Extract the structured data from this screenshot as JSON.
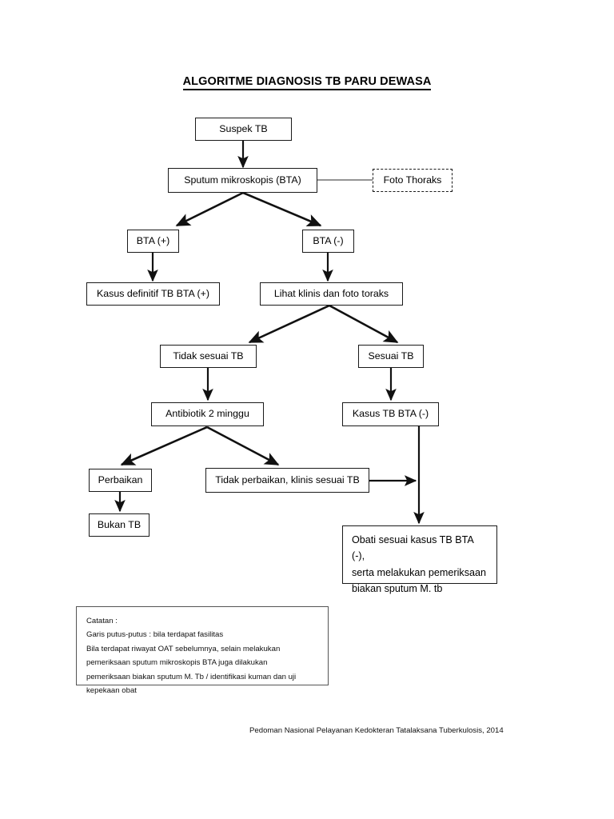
{
  "document": {
    "title": "ALGORITME DIAGNOSIS TB PARU DEWASA",
    "footer": "Pedoman Nasional Pelayanan Kedokteran Tatalaksana Tuberkulosis, 2014"
  },
  "nodes": {
    "suspek_tb": "Suspek TB",
    "sputum_mikroskopis": "Sputum mikroskopis (BTA)",
    "foto_thoraks": "Foto Thoraks",
    "bta_positif": "BTA (+)",
    "bta_negatif": "BTA (-)",
    "kasus_definitif": "Kasus definitif TB BTA (+)",
    "lihat_klinis": "Lihat klinis dan foto toraks",
    "tidak_sesuai_tb": "Tidak sesuai TB",
    "sesuai_tb": "Sesuai TB",
    "antibiotik": "Antibiotik 2 minggu",
    "kasus_tb_bta_negatif": "Kasus TB BTA (-)",
    "perbaikan": "Perbaikan",
    "tidak_perbaikan": "Tidak perbaikan, klinis sesuai  TB",
    "bukan_tb": "Bukan TB",
    "obati_line1": "Obati sesuai kasus  TB BTA (-),",
    "obati_line2": "serta melakukan pemeriksaan",
    "obati_line3": "biakan sputum M. tb"
  },
  "notes": {
    "line1": "Catatan :",
    "line2": "Garis putus-putus : bila terdapat fasilitas",
    "line3": "Bila terdapat riwayat OAT sebelumnya, selain melakukan",
    "line4": "pemeriksaan sputum mikroskopis BTA juga dilakukan",
    "line5": "pemeriksaan biakan sputum M. Tb / identifikasi kuman dan uji",
    "line6": "kepekaan obat"
  },
  "colors": {
    "stroke": "#1a1a1a",
    "background": "#ffffff",
    "text": "#000000"
  }
}
